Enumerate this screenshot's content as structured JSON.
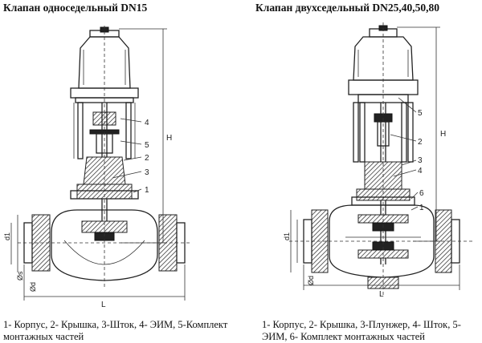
{
  "left": {
    "title": "Клапан односедельный DN15",
    "caption": "1- Корпус, 2- Крышка, 3-Шток, 4- ЭИМ, 5-Комплект монтажных частей",
    "callouts": [
      "4",
      "5",
      "2",
      "3",
      "1"
    ],
    "dims": [
      "H",
      "d1",
      "Øs",
      "Ød",
      "L"
    ]
  },
  "right": {
    "title": "Клапан двухседельный DN25,40,50,80",
    "caption": "1- Корпус, 2- Крышка, 3-Плунжер, 4- Шток, 5-ЭИМ, 6- Комплект монтажных частей",
    "callouts": [
      "5",
      "2",
      "3",
      "4",
      "6",
      "1"
    ],
    "dims": [
      "H",
      "d1",
      "Ød",
      "L"
    ]
  }
}
